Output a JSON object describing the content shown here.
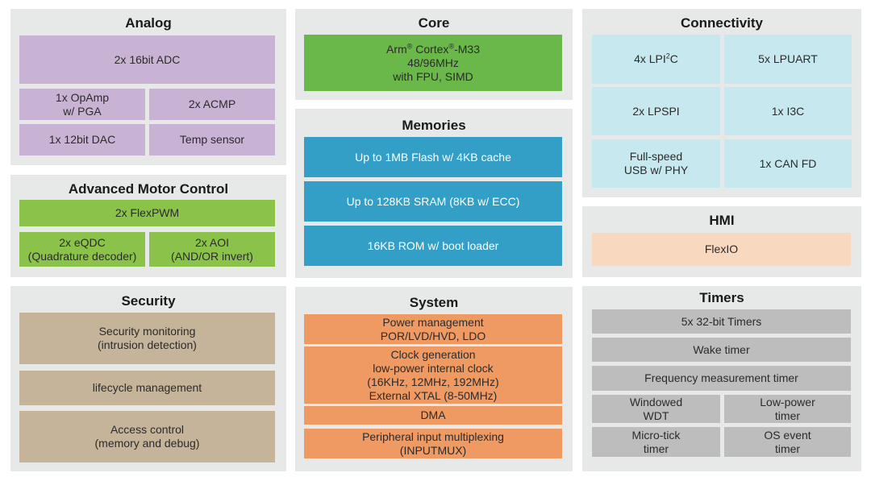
{
  "panels": {
    "analog": {
      "title": "Analog",
      "adc": "2x 16bit ADC",
      "opamp": "1x OpAmp\nw/ PGA",
      "acmp": "2x ACMP",
      "dac": "1x 12bit DAC",
      "temp": "Temp sensor"
    },
    "motor": {
      "title": "Advanced Motor Control",
      "flexpwm": "2x FlexPWM",
      "eqdc": "2x eQDC\n(Quadrature decoder)",
      "aoi": "2x AOI\n(AND/OR invert)"
    },
    "security": {
      "title": "Security",
      "monitoring": "Security monitoring\n(intrusion detection)",
      "lifecycle": "lifecycle management",
      "access": "Access control\n(memory and debug)"
    },
    "core": {
      "title": "Core",
      "cpu_line1_a": "Arm",
      "cpu_reg1": "®",
      "cpu_line1_b": " Cortex",
      "cpu_reg2": "®",
      "cpu_line1_c": "-M33",
      "cpu_line2": "48/96MHz",
      "cpu_line3": "with FPU, SIMD"
    },
    "memories": {
      "title": "Memories",
      "flash": "Up to 1MB Flash w/ 4KB cache",
      "sram": "Up to 128KB SRAM (8KB w/ ECC)",
      "rom": "16KB ROM w/ boot loader"
    },
    "system": {
      "title": "System",
      "power": "Power management\nPOR/LVD/HVD, LDO",
      "clock": "Clock generation\nlow-power internal clock\n(16KHz, 12MHz, 192MHz)\nExternal XTAL (8-50MHz)",
      "dma": "DMA",
      "inputmux": "Peripheral input multiplexing\n(INPUTMUX)"
    },
    "connectivity": {
      "title": "Connectivity",
      "lpi2c_a": "4x LPI",
      "lpi2c_sup": "2",
      "lpi2c_b": "C",
      "lpuart": "5x LPUART",
      "lpspi": "2x LPSPI",
      "i3c": "1x I3C",
      "usb": "Full-speed\nUSB w/ PHY",
      "can": "1x CAN FD"
    },
    "hmi": {
      "title": "HMI",
      "flexio": "FlexIO"
    },
    "timers": {
      "title": "Timers",
      "t32": "5x 32-bit Timers",
      "wake": "Wake timer",
      "freq": "Frequency measurement timer",
      "wdt": "Windowed\nWDT",
      "lowpower": "Low-power\ntimer",
      "microtick": "Micro-tick\ntimer",
      "osevent": "OS event\ntimer"
    }
  }
}
